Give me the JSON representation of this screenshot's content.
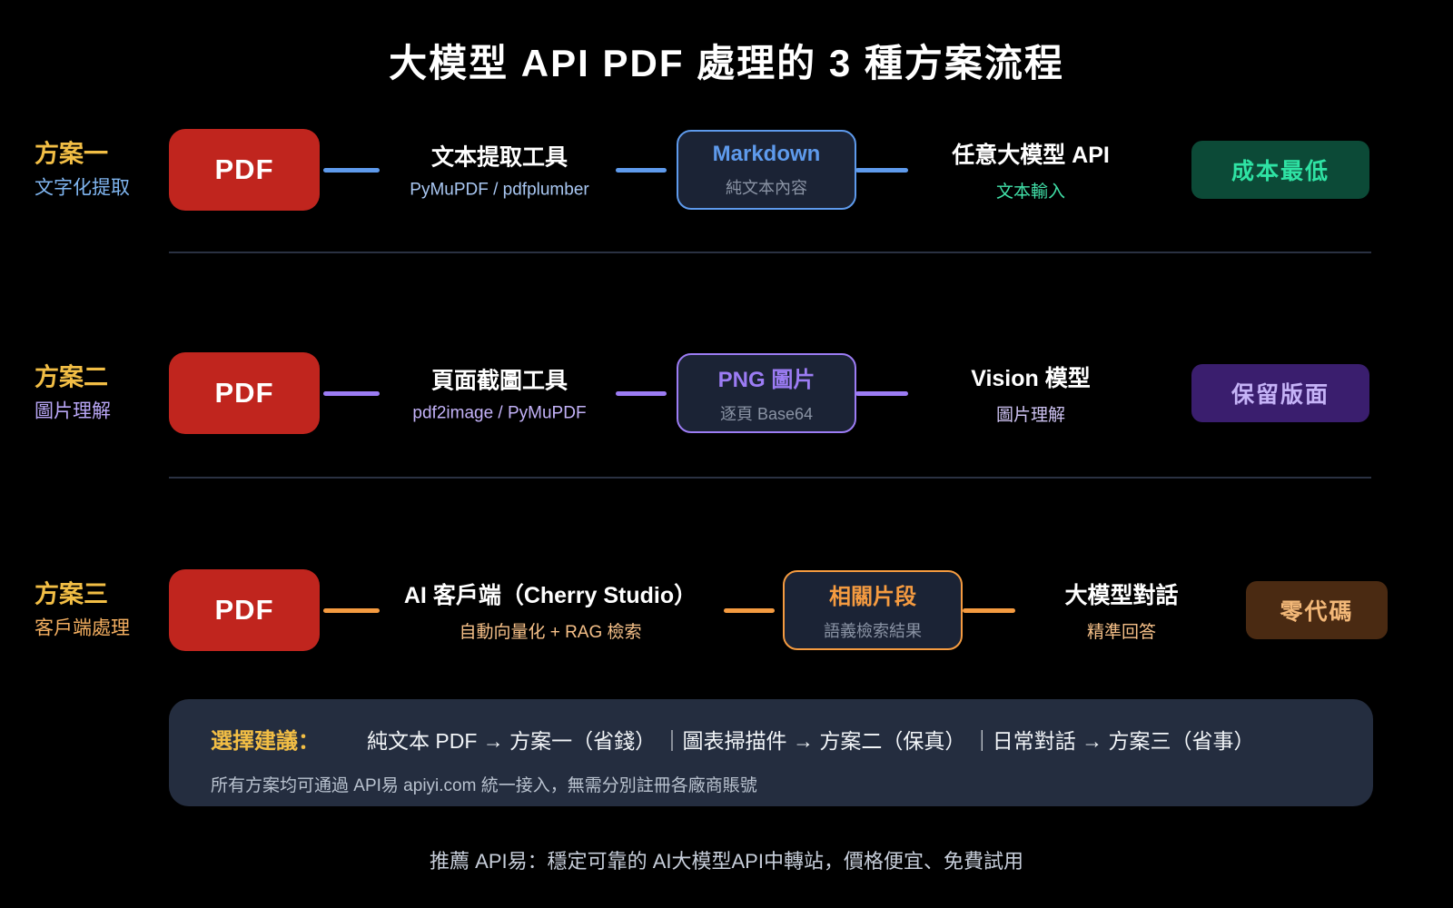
{
  "title": "大模型 API PDF 處理的 3 種方案流程",
  "rows": [
    {
      "scheme": "方案一",
      "scheme_sub": "文字化提取",
      "source": "PDF",
      "step_title": "文本提取工具",
      "step_sub": "PyMuPDF / pdfplumber",
      "output_title": "Markdown",
      "output_sub": "純文本內容",
      "model_title": "任意大模型 API",
      "model_sub": "文本輸入",
      "badge": "成本最低",
      "colors": {
        "accent": "#5E9AEC",
        "scheme_sub": "#7FB5F0",
        "step_sub": "#A9C7F2",
        "model_sub": "#41E0A8",
        "badge_bg": "#0C4A37",
        "badge_text": "#2FE3A4"
      }
    },
    {
      "scheme": "方案二",
      "scheme_sub": "圖片理解",
      "source": "PDF",
      "step_title": "頁面截圖工具",
      "step_sub": "pdf2image / PyMuPDF",
      "output_title": "PNG 圖片",
      "output_sub": "逐頁 Base64",
      "model_title": "Vision 模型",
      "model_sub": "圖片理解",
      "badge": "保留版面",
      "colors": {
        "accent": "#9C7CF4",
        "scheme_sub": "#B9A6F6",
        "step_sub": "#C3B2F8",
        "model_sub": "#CDC2F2",
        "badge_bg": "#3A1E6E",
        "badge_text": "#C5B3F7"
      }
    },
    {
      "scheme": "方案三",
      "scheme_sub": "客戶端處理",
      "source": "PDF",
      "step_title": "AI 客戶端（Cherry Studio）",
      "step_sub": "自動向量化 + RAG 檢索",
      "output_title": "相關片段",
      "output_sub": "語義檢索結果",
      "model_title": "大模型對話",
      "model_sub": "精準回答",
      "badge": "零代碼",
      "colors": {
        "accent": "#F59B40",
        "scheme_sub": "#F3AE60",
        "step_sub": "#F6C088",
        "model_sub": "#F6C088",
        "badge_bg": "#4A2A12",
        "badge_text": "#F3B878"
      }
    }
  ],
  "advice": {
    "label": "選擇建議：",
    "text": "純文本 PDF → 方案一（省錢） ｜圖表掃描件 → 方案二（保真） ｜日常對話 → 方案三（省事）",
    "note": "所有方案均可通過 API易 apiyi.com 統一接入，無需分別註冊各廠商賬號"
  },
  "footer": "推薦 API易：穩定可靠的 AI大模型API中轉站，價格便宜、免費試用",
  "palette": {
    "background": "#000000",
    "title_color": "#FFFFFF",
    "scheme_yellow": "#F2BE45",
    "pdf_red": "#C0251E",
    "output_box_bg": "#1B2335",
    "output_sub_gray": "#8A93A4",
    "divider": "#2A3142",
    "advice_bg": "#242D3F",
    "advice_note": "#B9C2CF",
    "footer_text": "#C7CEDA"
  }
}
